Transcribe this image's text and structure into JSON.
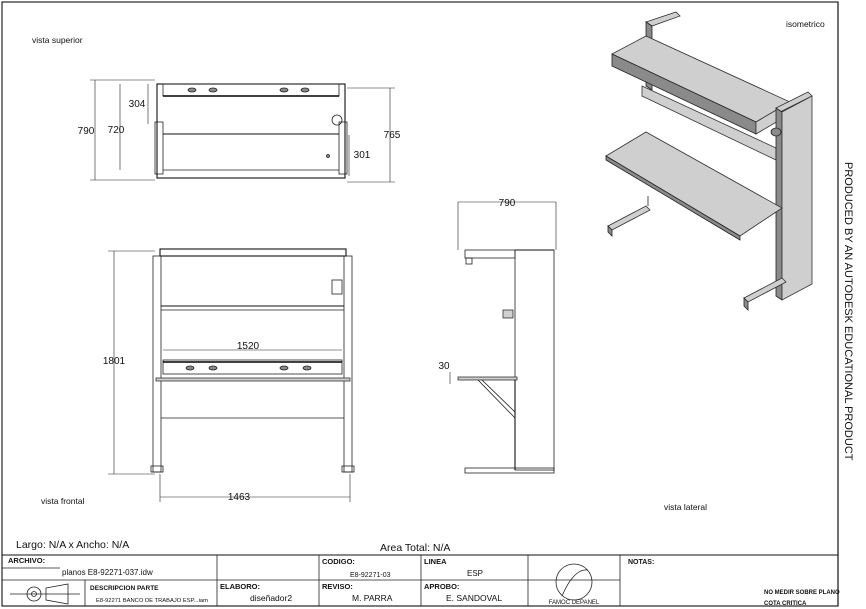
{
  "views": {
    "top": "vista superior",
    "iso": "isometrico",
    "front": "vista frontal",
    "side": "vista lateral"
  },
  "dims": {
    "top_width": "790",
    "top_depth1": "720",
    "top_depth2": "304",
    "top_right": "765",
    "top_small": "301",
    "front_height": "1801",
    "front_inner": "1520",
    "front_base": "1463",
    "side_width": "790",
    "side_thick": "30"
  },
  "vertical_note": "PRODUCED BY AN AUTODESK EDUCATIONAL PRODUCT",
  "summary": {
    "size": "Largo: N/A x Ancho: N/A",
    "area": "Area Total: N/A"
  },
  "title_block": {
    "archivo_label": "ARCHIVO:",
    "archivo_value": "planos E8-92271-037.idw",
    "codigo_label": "CODIGO:",
    "codigo_value": "E8-92271-03",
    "linea_label": "LINEA",
    "linea_value": "ESP",
    "descripcion_label": "DESCRIPCION PARTE",
    "descripcion_value": "E8-92271 BANCO DE TRABAJO ESP...iam",
    "elaboro_label": "ELABORO:",
    "elaboro_value": "diseñador2",
    "reviso_label": "REVISO:",
    "reviso_value": "M. PARRA",
    "aprobo_label": "APROBO:",
    "aprobo_value": "E. SANDOVAL",
    "logo_text": "FAMOC DEPANEL",
    "notas_label": "NOTAS:",
    "note1": "NO MEDIR SOBRE PLANO",
    "note2": "COTA CRITICA"
  }
}
